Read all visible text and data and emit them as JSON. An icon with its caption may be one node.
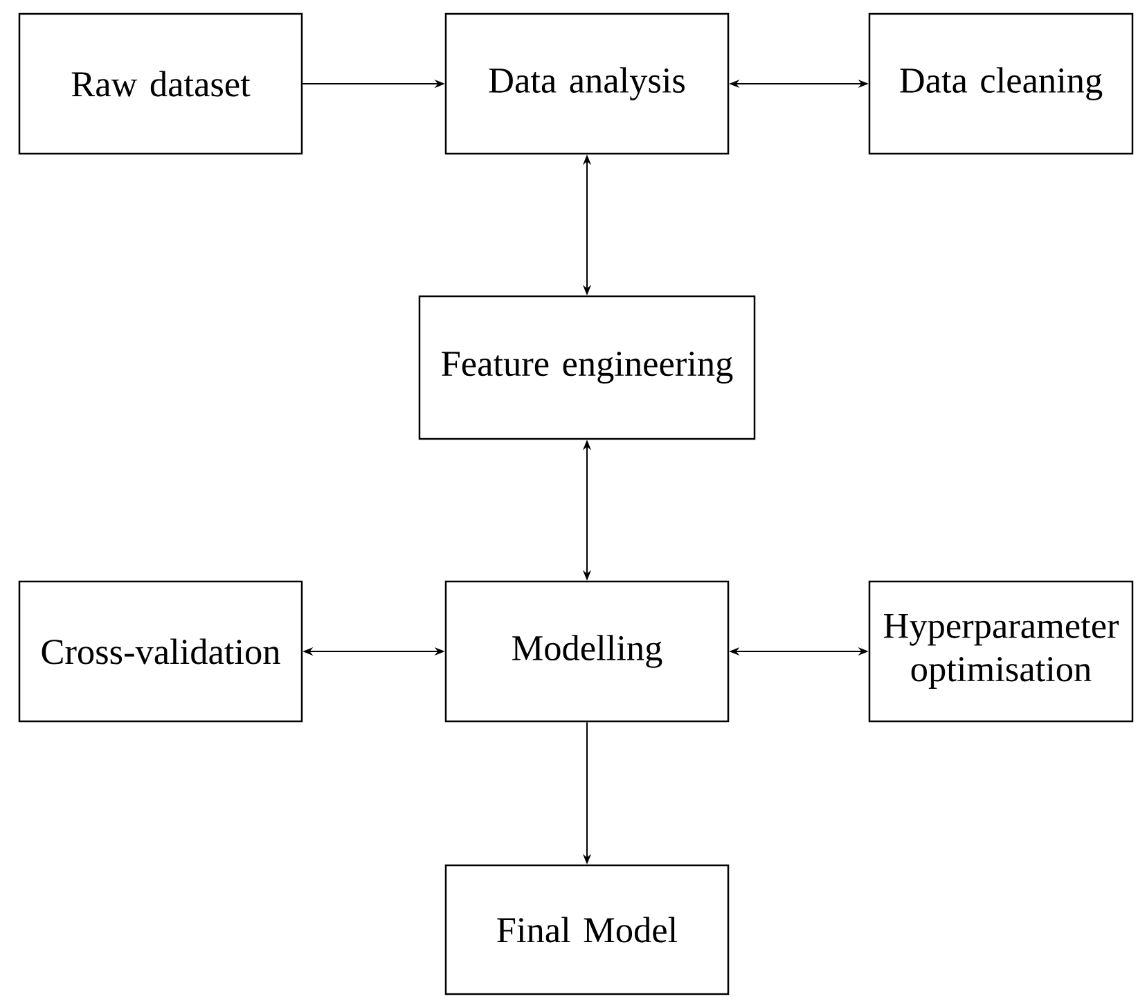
{
  "diagram": {
    "nodes": [
      {
        "text": [
          "Raw dataset"
        ]
      },
      {
        "text": [
          "Data analysis"
        ]
      },
      {
        "text": [
          "Data cleaning"
        ]
      },
      {
        "text": [
          "Feature engineering"
        ]
      },
      {
        "text": [
          "Cross-validation"
        ]
      },
      {
        "text": [
          "Modelling"
        ]
      },
      {
        "text": [
          "Hyperparameter optimisation"
        ]
      },
      {
        "text": [
          "Final Model"
        ]
      }
    ],
    "edges": [
      {
        "from": 0,
        "to": 1,
        "arrow": "to"
      },
      {
        "from": 1,
        "to": 2,
        "arrow": "both"
      },
      {
        "from": 1,
        "to": 3,
        "arrow": "both"
      },
      {
        "from": 3,
        "to": 5,
        "arrow": "both"
      },
      {
        "from": 4,
        "to": 5,
        "arrow": "both"
      },
      {
        "from": 5,
        "to": 6,
        "arrow": "both"
      },
      {
        "from": 5,
        "to": 7,
        "arrow": "to"
      }
    ]
  }
}
